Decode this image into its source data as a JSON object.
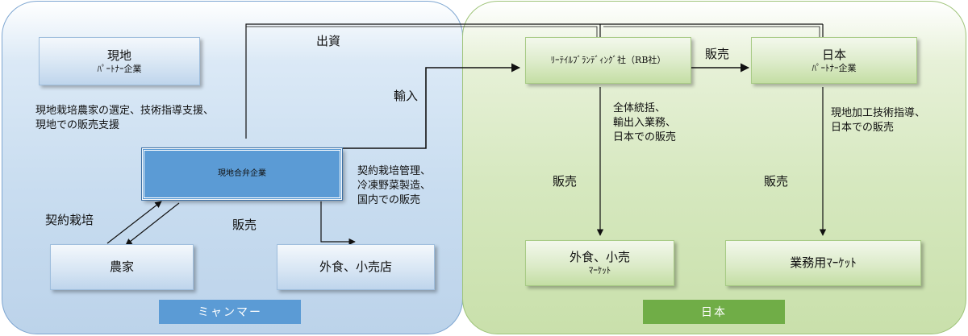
{
  "regions": {
    "myanmar": {
      "label": "ミャンマー",
      "color": "#5b9bd5"
    },
    "japan": {
      "label": "日本",
      "color": "#70ad47"
    }
  },
  "boxes": {
    "local_partner": {
      "title": "現地",
      "subtitle": "ﾊﾟｰﾄﾅｰ企業"
    },
    "joint_venture": {
      "title": "現地合弁企業"
    },
    "farmers": {
      "title": "農家"
    },
    "mm_market": {
      "title": "外食、小売店"
    },
    "rb_company": {
      "title": "ﾘｰﾃｲﾙﾌﾞﾗﾝﾃﾞｨﾝｸﾞ社（RB社）"
    },
    "jp_partner": {
      "title": "日本",
      "subtitle": "ﾊﾟｰﾄﾅｰ企業"
    },
    "jp_retail": {
      "title": "外食、小売",
      "subtitle": "ﾏｰｹｯﾄ"
    },
    "jp_business": {
      "title": "業務用ﾏｰｹｯﾄ"
    }
  },
  "labels": {
    "investment": "出資",
    "import": "輸入",
    "contract_farming": "契約栽培",
    "sales_mm": "販売",
    "sales_rb_partner": "販売",
    "sales_rb_retail": "販売",
    "sales_partner_business": "販売",
    "partner_role": [
      "現地栽培農家の選定、技術指導支援、",
      "現地での販売支援"
    ],
    "jv_role": [
      "契約栽培管理、",
      "冷凍野菜製造、",
      "国内での販売"
    ],
    "rb_role": [
      "全体統括、",
      "輸出入業務、",
      "日本での販売"
    ],
    "jp_partner_role": [
      "現地加工技術指導、",
      "日本での販売"
    ]
  },
  "colors": {
    "line": "#111111"
  }
}
